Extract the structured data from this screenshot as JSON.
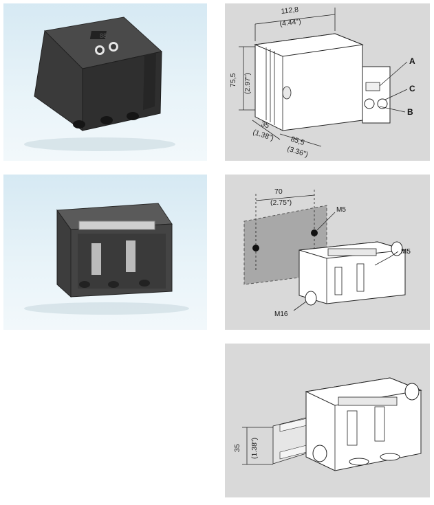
{
  "drawing1": {
    "width_mm": "112,8",
    "width_in": "(4.44\")",
    "height_mm": "75,5",
    "height_in": "(2.97\")",
    "depth1_mm": "35",
    "depth1_in": "(1.38\")",
    "depth2_mm": "85,5",
    "depth2_in": "(3.36\")",
    "label_a": "A",
    "label_b": "B",
    "label_c": "C"
  },
  "drawing2": {
    "spacing_mm": "70",
    "spacing_in": "(2.75\")",
    "screw_top": "M5",
    "screw_right": "M5",
    "gland": "M16"
  },
  "drawing3": {
    "rail_mm": "35",
    "rail_in": "(1.38\")"
  }
}
